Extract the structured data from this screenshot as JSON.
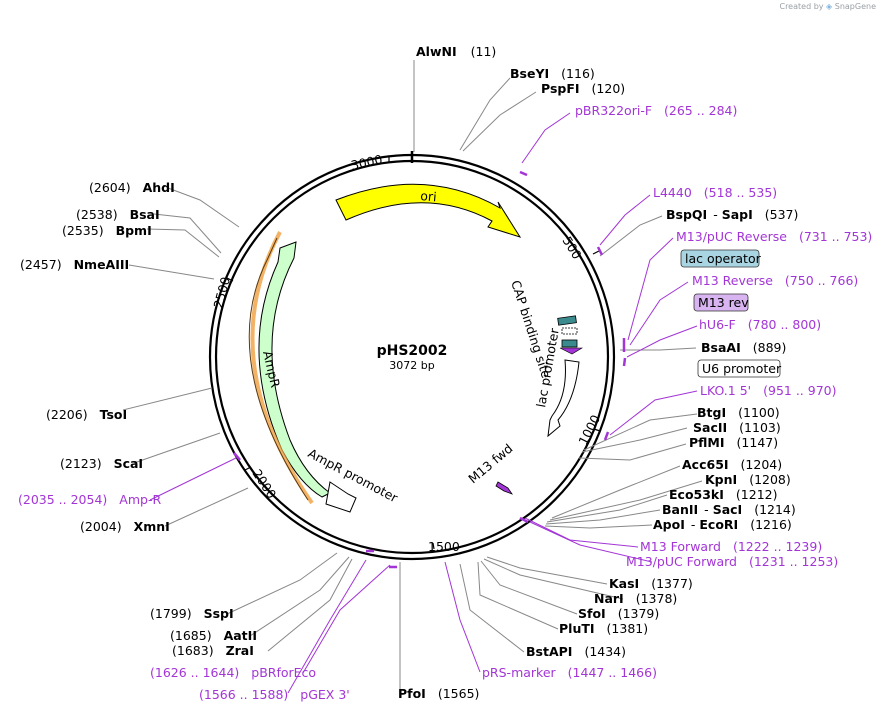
{
  "credit": {
    "created_by": "Created by",
    "brand": "SnapGene"
  },
  "plasmid": {
    "name": "pHS2002",
    "length": "3072 bp"
  },
  "ticks": [
    "3000",
    "500",
    "1000",
    "1500",
    "2000",
    "2500"
  ],
  "features": [
    {
      "name": "ori",
      "color": "#ffff00"
    },
    {
      "name": "AmpR",
      "color": "#ccffcc"
    },
    {
      "name": "AmpR promoter",
      "color": "#ffffff"
    },
    {
      "name": "lac promoter",
      "color": "#ffffff"
    },
    {
      "name": "CAP binding site",
      "color": "#3a8a8e"
    },
    {
      "name": "M13 fwd",
      "color": "#a335d6"
    }
  ],
  "sites": [
    {
      "enzyme": "AlwNI",
      "pos": "(11)"
    },
    {
      "enzyme": "BseYI",
      "pos": "(116)"
    },
    {
      "enzyme": "PspFI",
      "pos": "(120)"
    },
    {
      "enzyme": "BspQI",
      "sep": "-",
      "enzyme2": "SapI",
      "pos": "(537)"
    },
    {
      "enzyme": "BsaAI",
      "pos": "(889)"
    },
    {
      "enzyme": "BtgI",
      "pos": "(1100)"
    },
    {
      "enzyme": "SacII",
      "pos": "(1103)"
    },
    {
      "enzyme": "PflMI",
      "pos": "(1147)"
    },
    {
      "enzyme": "Acc65I",
      "pos": "(1204)"
    },
    {
      "enzyme": "KpnI",
      "pos": "(1208)"
    },
    {
      "enzyme": "Eco53kI",
      "pos": "(1212)"
    },
    {
      "enzyme": "BanII",
      "sep": "-",
      "enzyme2": "SacI",
      "pos": "(1214)"
    },
    {
      "enzyme": "ApoI",
      "sep": "-",
      "enzyme2": "EcoRI",
      "pos": "(1216)"
    },
    {
      "enzyme": "KasI",
      "pos": "(1377)"
    },
    {
      "enzyme": "NarI",
      "pos": "(1378)"
    },
    {
      "enzyme": "SfoI",
      "pos": "(1379)"
    },
    {
      "enzyme": "PluTI",
      "pos": "(1381)"
    },
    {
      "enzyme": "BstAPI",
      "pos": "(1434)"
    },
    {
      "enzyme": "PfoI",
      "pos": "(1565)"
    },
    {
      "enzyme": "ZraI",
      "pos": "(1683)"
    },
    {
      "enzyme": "AatII",
      "pos": "(1685)"
    },
    {
      "enzyme": "SspI",
      "pos": "(1799)"
    },
    {
      "enzyme": "XmnI",
      "pos": "(2004)"
    },
    {
      "enzyme": "ScaI",
      "pos": "(2123)"
    },
    {
      "enzyme": "TsoI",
      "pos": "(2206)"
    },
    {
      "enzyme": "NmeAIII",
      "pos": "(2457)"
    },
    {
      "enzyme": "BpmI",
      "pos": "(2535)"
    },
    {
      "enzyme": "BsaI",
      "pos": "(2538)"
    },
    {
      "enzyme": "AhdI",
      "pos": "(2604)"
    }
  ],
  "primers": [
    {
      "name": "pBR322ori-F",
      "range": "(265 .. 284)"
    },
    {
      "name": "L4440",
      "range": "(518 .. 535)"
    },
    {
      "name": "M13/pUC Reverse",
      "range": "(731 .. 753)"
    },
    {
      "name": "M13 Reverse",
      "range": "(750 .. 766)"
    },
    {
      "name": "hU6-F",
      "range": "(780 .. 800)"
    },
    {
      "name": "LKO.1 5'",
      "range": "(951 .. 970)"
    },
    {
      "name": "M13 Forward",
      "range": "(1222 .. 1239)"
    },
    {
      "name": "M13/pUC Forward",
      "range": "(1231 .. 1253)"
    },
    {
      "name": "pRS-marker",
      "range": "(1447 .. 1466)"
    },
    {
      "name": "pGEX 3'",
      "range": "(1566 .. 1588)"
    },
    {
      "name": "pBRforEco",
      "range": "(1626 .. 1644)"
    },
    {
      "name": "Amp-R",
      "range": "(2035 .. 2054)"
    }
  ],
  "boxed": [
    {
      "name": "lac operator",
      "color": "#a9d4e2"
    },
    {
      "name": "M13 rev",
      "color": "#d8b4f0"
    },
    {
      "name": "U6 promoter",
      "color": "#ffffff"
    }
  ]
}
